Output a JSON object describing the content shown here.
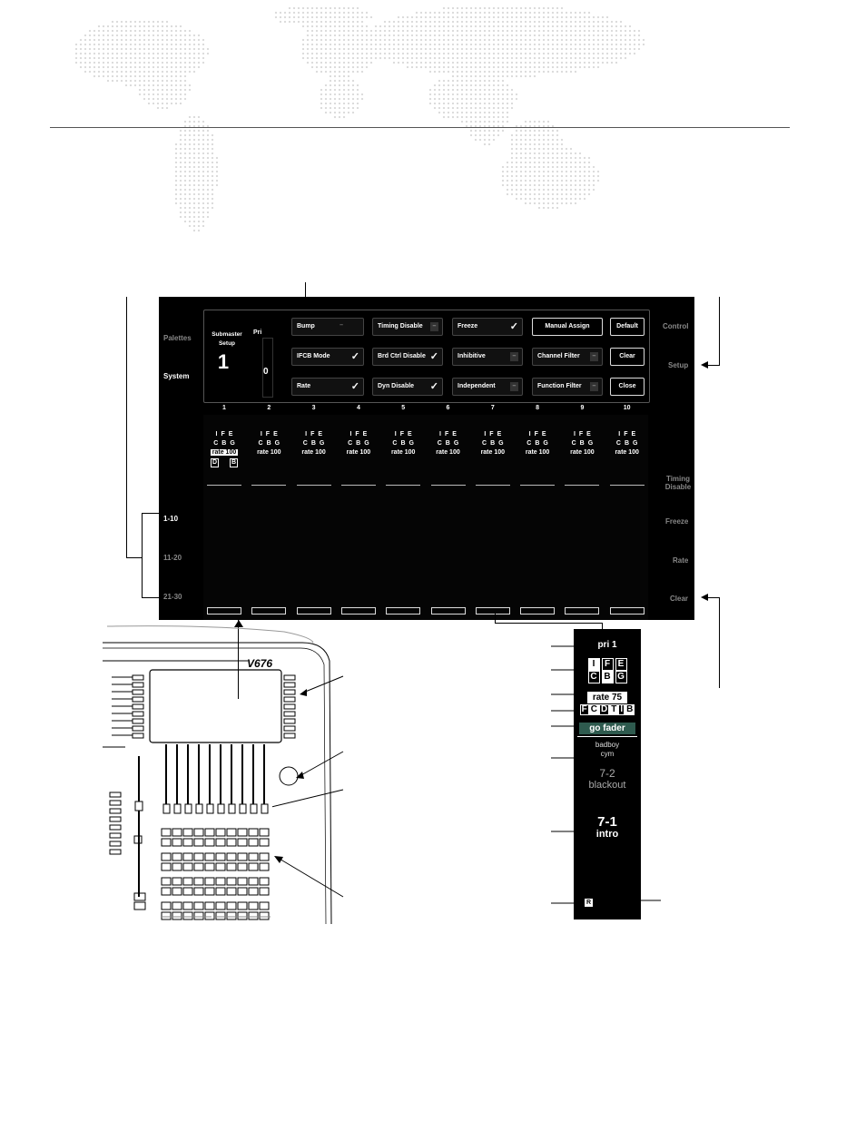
{
  "screen": {
    "left_tabs": [
      "Palettes",
      "System"
    ],
    "right_tabs": [
      "Control",
      "Setup"
    ],
    "page_tabs": [
      "1-10",
      "11-20",
      "21-30"
    ],
    "softkeys": [
      "Timing Disable",
      "Freeze",
      "Rate",
      "Clear"
    ],
    "setup": {
      "title": "Submaster Setup",
      "number": "1",
      "pri_label": "Pri",
      "pri_value": "0",
      "controls": {
        "bump": "Bump",
        "ifcb_mode": "IFCB Mode",
        "rate": "Rate",
        "timing_disable": "Timing Disable",
        "brd_ctrl_disable": "Brd Ctrl Disable",
        "dyn_disable": "Dyn Disable",
        "freeze": "Freeze",
        "inhibitive": "Inhibitive",
        "independent": "Independent",
        "channel_filter": "Channel Filter",
        "function_filter": "Function Filter"
      },
      "buttons": {
        "manual_assign": "Manual Assign",
        "default": "Default",
        "clear": "Clear",
        "close": "Close"
      },
      "check_mark": "✓",
      "dash_mark": "–"
    },
    "columns": [
      "1",
      "2",
      "3",
      "4",
      "5",
      "6",
      "7",
      "8",
      "9",
      "10"
    ],
    "ifcb_letters": [
      "I",
      "F",
      "E",
      "C",
      "B",
      "G"
    ],
    "rate_text": "rate 100",
    "sub_flags": [
      "D",
      "B"
    ]
  },
  "console": {
    "model": "V676"
  },
  "detail": {
    "pri": "pri 1",
    "letters_top": [
      "I",
      "F",
      "E"
    ],
    "letters_bottom": [
      "C",
      "B",
      "G"
    ],
    "rate": "rate 75",
    "flags": [
      "F",
      "C",
      "D",
      "T",
      "I",
      "B"
    ],
    "mode": "go fader",
    "next_cue_line1": "badboy",
    "next_cue_line2": "cym",
    "pending_cue": "7-2",
    "pending_label": "blackout",
    "current_cue": "7-1",
    "current_label": "intro",
    "rate_indicator": "R"
  },
  "colors": {
    "screen_bg": "#000000",
    "go_fader": "#2e5a4e",
    "map_dot": "#d8d8d8"
  }
}
